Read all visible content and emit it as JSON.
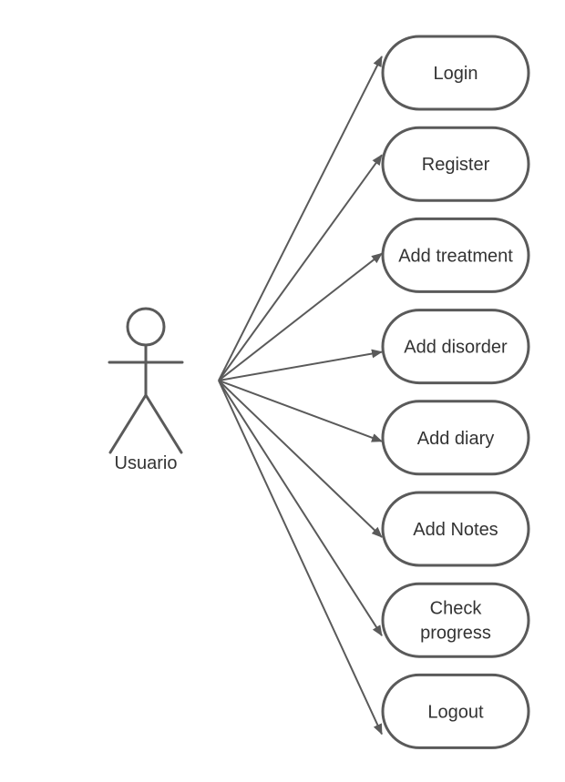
{
  "actor": {
    "name": "Usuario"
  },
  "use_cases": [
    {
      "id": "login",
      "lines": [
        "Login"
      ]
    },
    {
      "id": "register",
      "lines": [
        "Register"
      ]
    },
    {
      "id": "add-treatment",
      "lines": [
        "Add treatment"
      ]
    },
    {
      "id": "add-disorder",
      "lines": [
        "Add disorder"
      ]
    },
    {
      "id": "add-diary",
      "lines": [
        "Add diary"
      ]
    },
    {
      "id": "add-notes",
      "lines": [
        "Add Notes"
      ]
    },
    {
      "id": "check-progress",
      "lines": [
        "Check",
        "progress"
      ]
    },
    {
      "id": "logout",
      "lines": [
        "Logout"
      ]
    }
  ],
  "colors": {
    "stroke": "#5a5a5a",
    "text": "#333333",
    "background": "#ffffff"
  }
}
